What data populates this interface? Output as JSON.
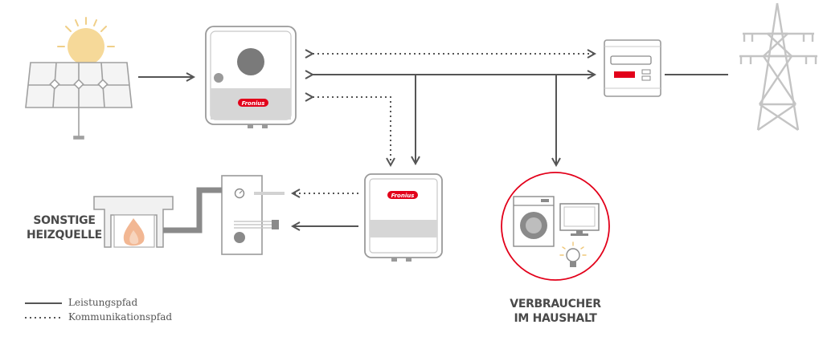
{
  "labels": {
    "heat_source": [
      "SONSTIGE",
      "HEIZQUELLE"
    ],
    "consumers": [
      "VERBRAUCHER",
      "IM HAUSHALT"
    ]
  },
  "legend": {
    "power_path": "Leistungspfad",
    "communication_path": "Kommunikationspfad"
  },
  "brand": {
    "logo_text": "Fronius",
    "red": "#e2001a",
    "line": "#555555",
    "device_grey": "#d6d6d6",
    "outline_grey": "#9a9a9a",
    "sun_yellow": "#f6d999",
    "pylon_grey": "#c4c4c4"
  },
  "icons": [
    "solar-panel-icon",
    "sun-icon",
    "inverter-icon",
    "smart-meter-icon",
    "power-pylon-icon",
    "heating-controller-icon",
    "fireplace-icon",
    "flame-icon",
    "battery-icon",
    "washing-machine-icon",
    "monitor-icon",
    "light-bulb-icon"
  ]
}
